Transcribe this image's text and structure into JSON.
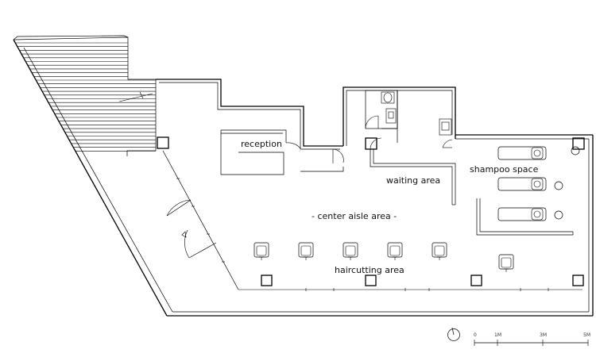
{
  "labels": {
    "reception": "reception",
    "waiting_area": "waiting area",
    "shampoo_space": "shampoo space",
    "center_aisle": "- center aisle area -",
    "haircutting": "haircutting area"
  },
  "scale_bar": {
    "ticks": [
      "0",
      "1M",
      "3M",
      "5M"
    ]
  }
}
